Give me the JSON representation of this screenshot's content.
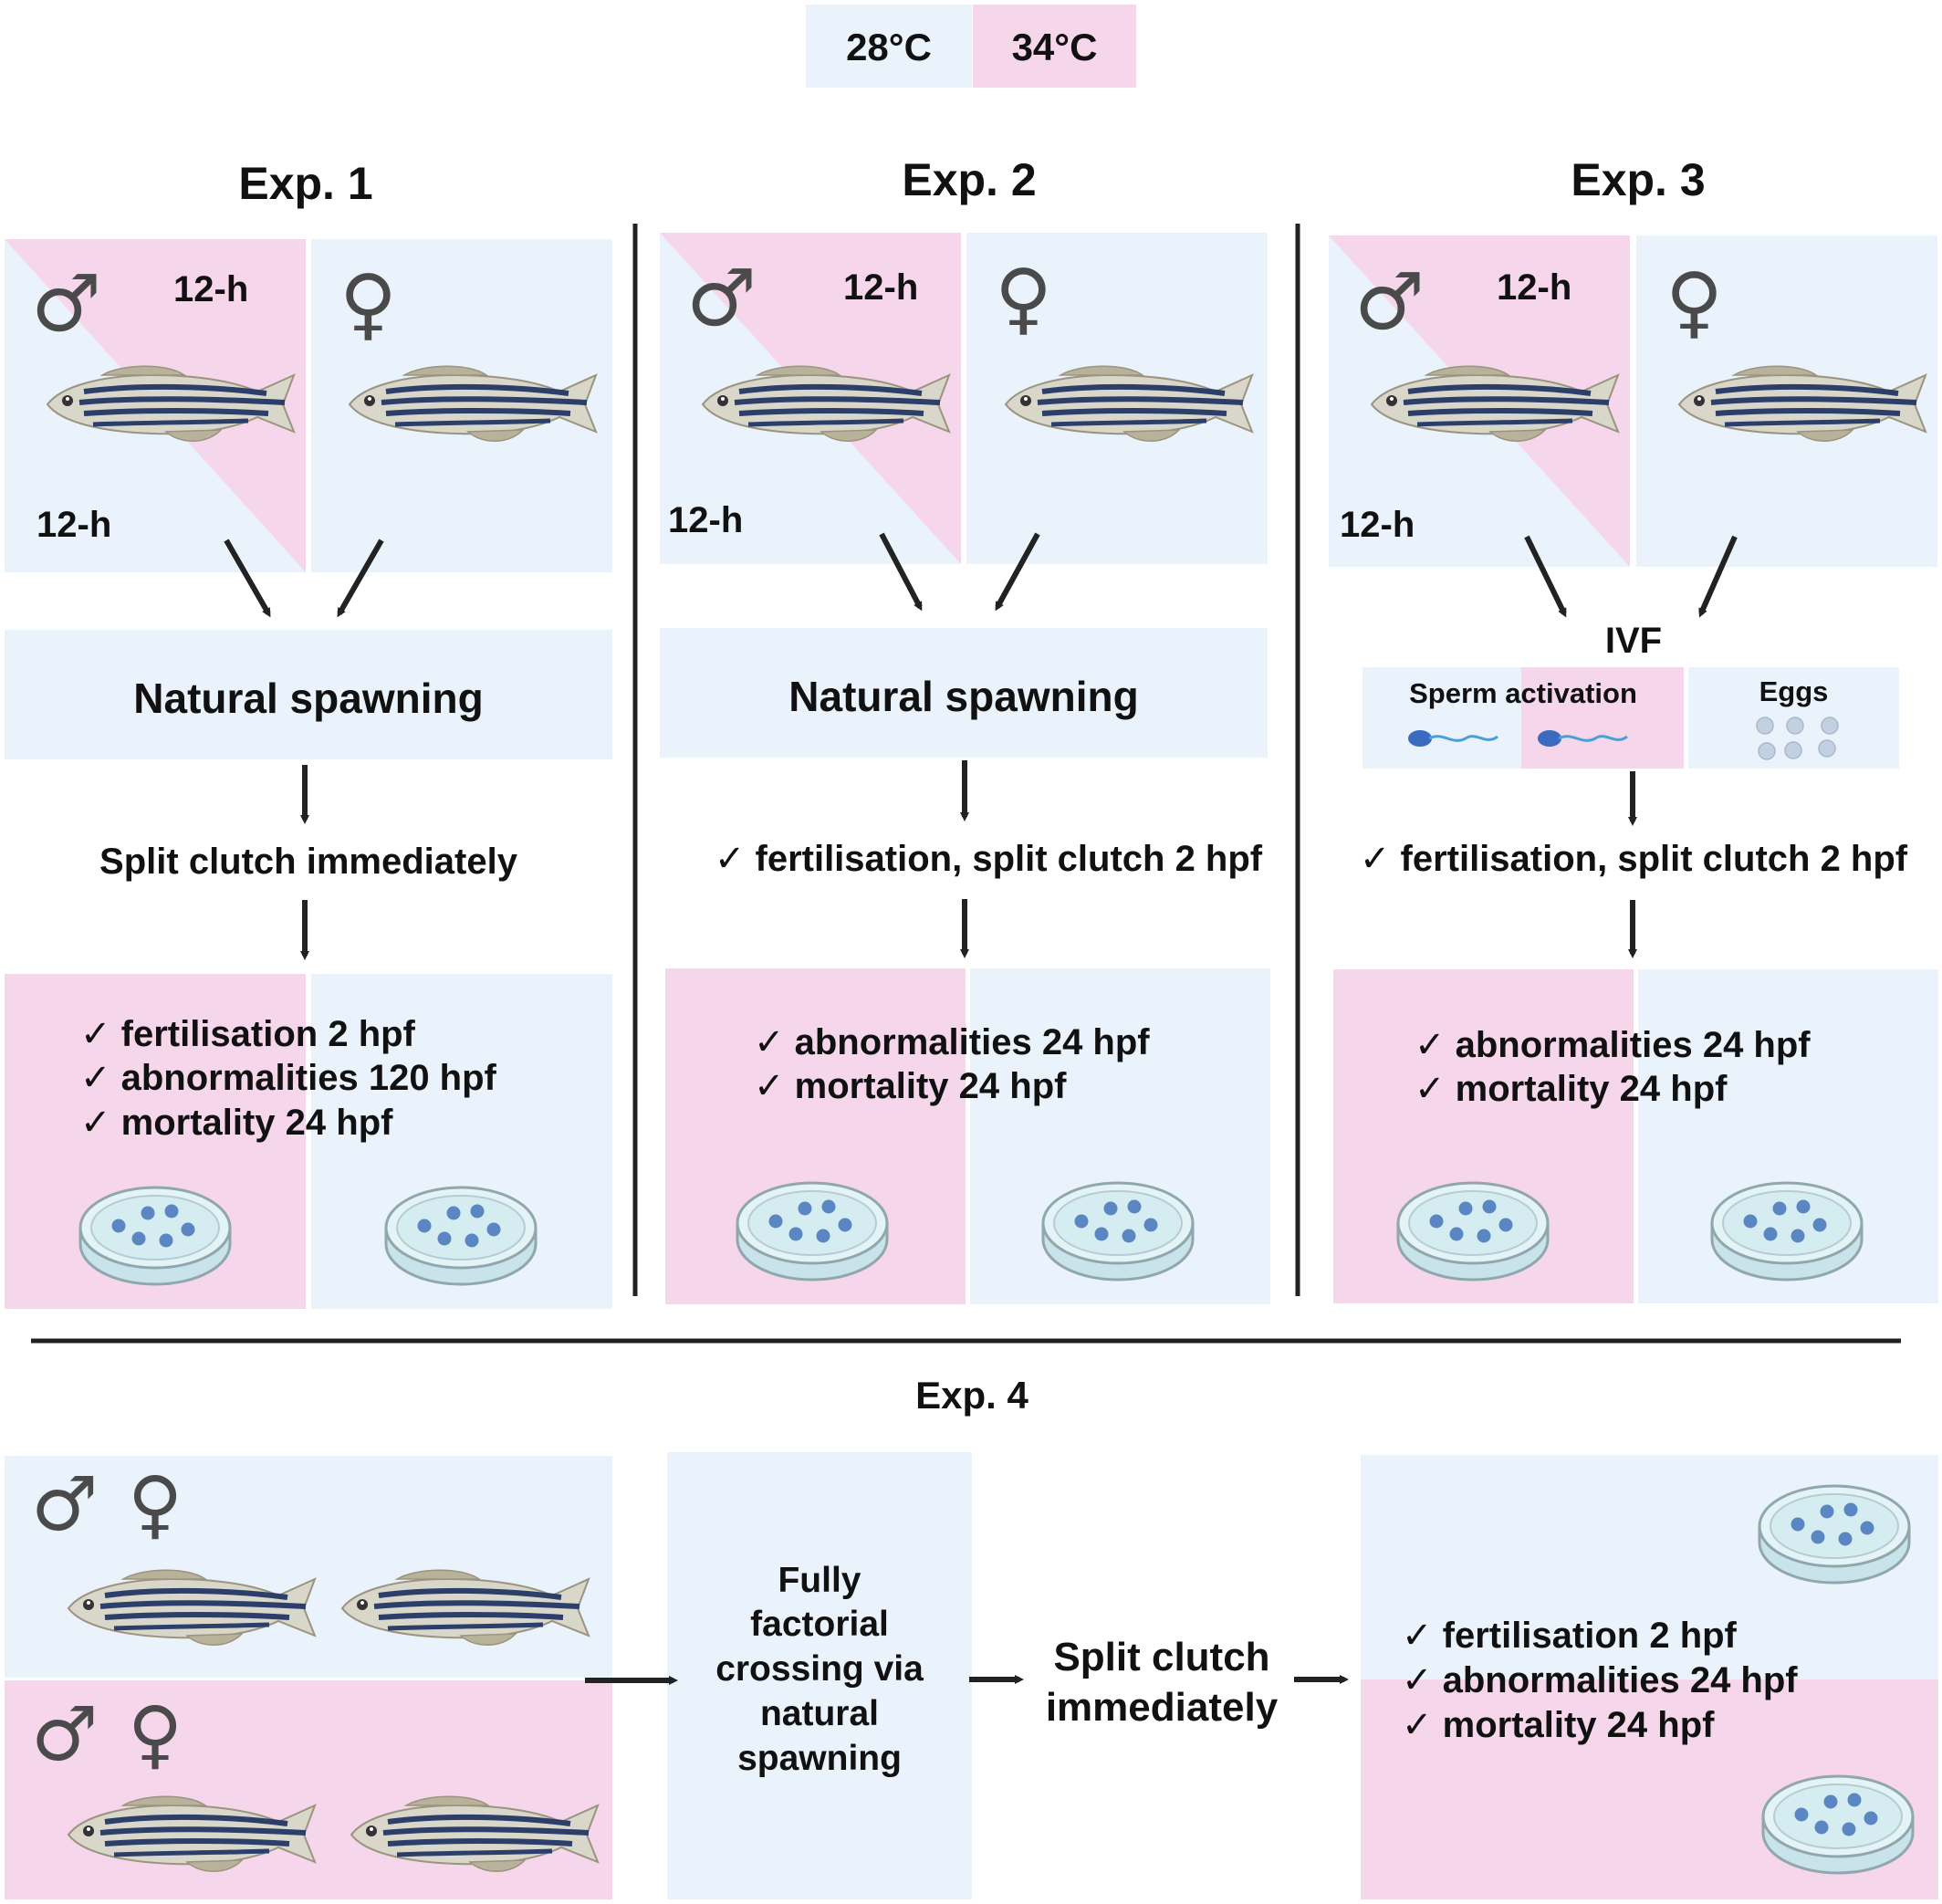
{
  "legend": {
    "cool": "28°C",
    "warm": "34°C"
  },
  "symbols": {
    "male": "♂",
    "female": "♀"
  },
  "colors": {
    "cool": "#eaf2fb",
    "warm": "#f6d6ea",
    "fish_stripe": "#2c3f6a",
    "dish": "#5b86c4"
  },
  "exp1": {
    "title": "Exp. 1",
    "phase_top": "12-h",
    "phase_bottom": "12-h",
    "process": "Natural spawning",
    "split": "Split clutch immediately",
    "outcomes": [
      "✓ fertilisation 2 hpf",
      "✓ abnormalities 120 hpf",
      "✓ mortality 24 hpf"
    ]
  },
  "exp2": {
    "title": "Exp. 2",
    "phase_top": "12-h",
    "phase_bottom": "12-h",
    "process": "Natural spawning",
    "split": "✓ fertilisation, split clutch 2 hpf",
    "outcomes": [
      "✓ abnormalities 24 hpf",
      "✓ mortality 24 hpf"
    ]
  },
  "exp3": {
    "title": "Exp. 3",
    "phase_top": "12-h",
    "phase_bottom": "12-h",
    "ivf": "IVF",
    "sperm": "Sperm activation",
    "eggs": "Eggs",
    "split": "✓ fertilisation, split clutch 2 hpf",
    "outcomes": [
      "✓ abnormalities 24 hpf",
      "✓ mortality 24 hpf"
    ]
  },
  "exp4": {
    "title": "Exp. 4",
    "crossing": [
      "Fully",
      "factorial",
      "crossing via",
      "natural",
      "spawning"
    ],
    "split": [
      "Split clutch",
      "immediately"
    ],
    "outcomes": [
      "✓ fertilisation 2 hpf",
      "✓ abnormalities 24 hpf",
      "✓ mortality 24 hpf"
    ]
  }
}
